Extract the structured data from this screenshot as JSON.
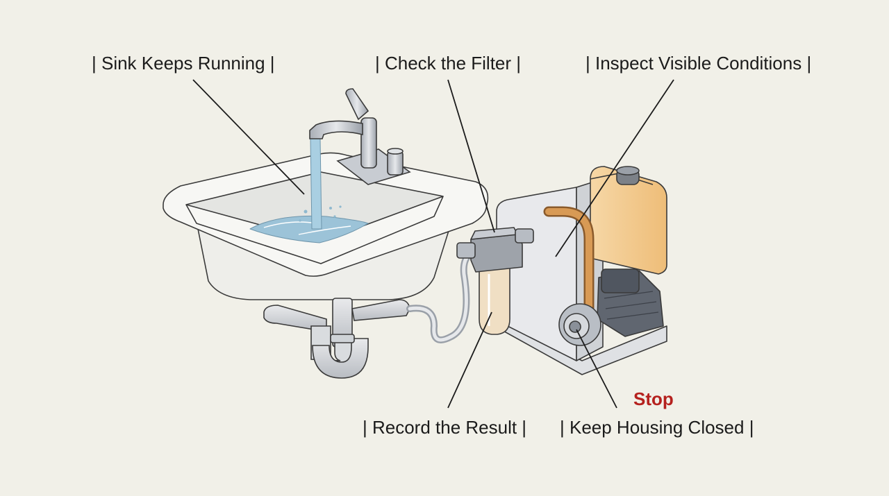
{
  "labels": {
    "sink": "| Sink Keeps Running |",
    "filter": "| Check the Filter |",
    "inspect": "| Inspect Visible Conditions |",
    "record": "| Record the Result |",
    "housing": "| Keep Housing Closed |"
  },
  "warning": {
    "text": "Stop",
    "color": "#b5211e"
  },
  "colors": {
    "background": "#f1f0e8",
    "line": "#1b1b1b",
    "water": "#9cc3d8",
    "tank_amber": "#f2c98a",
    "pipe_copper": "#d89a55",
    "metal": "#c9cdd3"
  }
}
